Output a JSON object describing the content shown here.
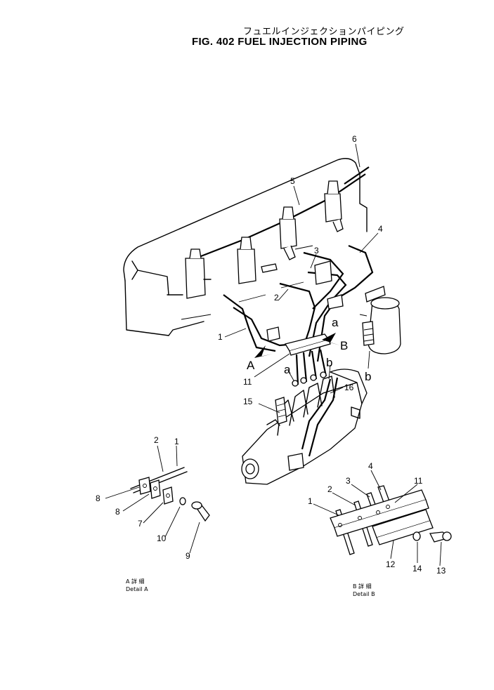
{
  "title_jp": "フュエルインジェクションパイピング",
  "title_en": "FIG. 402  FUEL INJECTION PIPING",
  "main_callouts": [
    "6",
    "5",
    "4",
    "3",
    "2",
    "1",
    "11",
    "15",
    "16"
  ],
  "view_letters": {
    "A": "A",
    "B": "B",
    "a1": "a",
    "a2": "a",
    "b1": "b",
    "b2": "b"
  },
  "detail_a": {
    "callouts": [
      "2",
      "1",
      "8",
      "8",
      "7",
      "10",
      "9"
    ],
    "caption_jp": "A 詳 細",
    "caption_en": "Detail A"
  },
  "detail_b": {
    "callouts": [
      "4",
      "3",
      "2",
      "1",
      "11",
      "12",
      "14",
      "13"
    ],
    "caption_jp": "B 詳 細",
    "caption_en": "Detail B"
  }
}
